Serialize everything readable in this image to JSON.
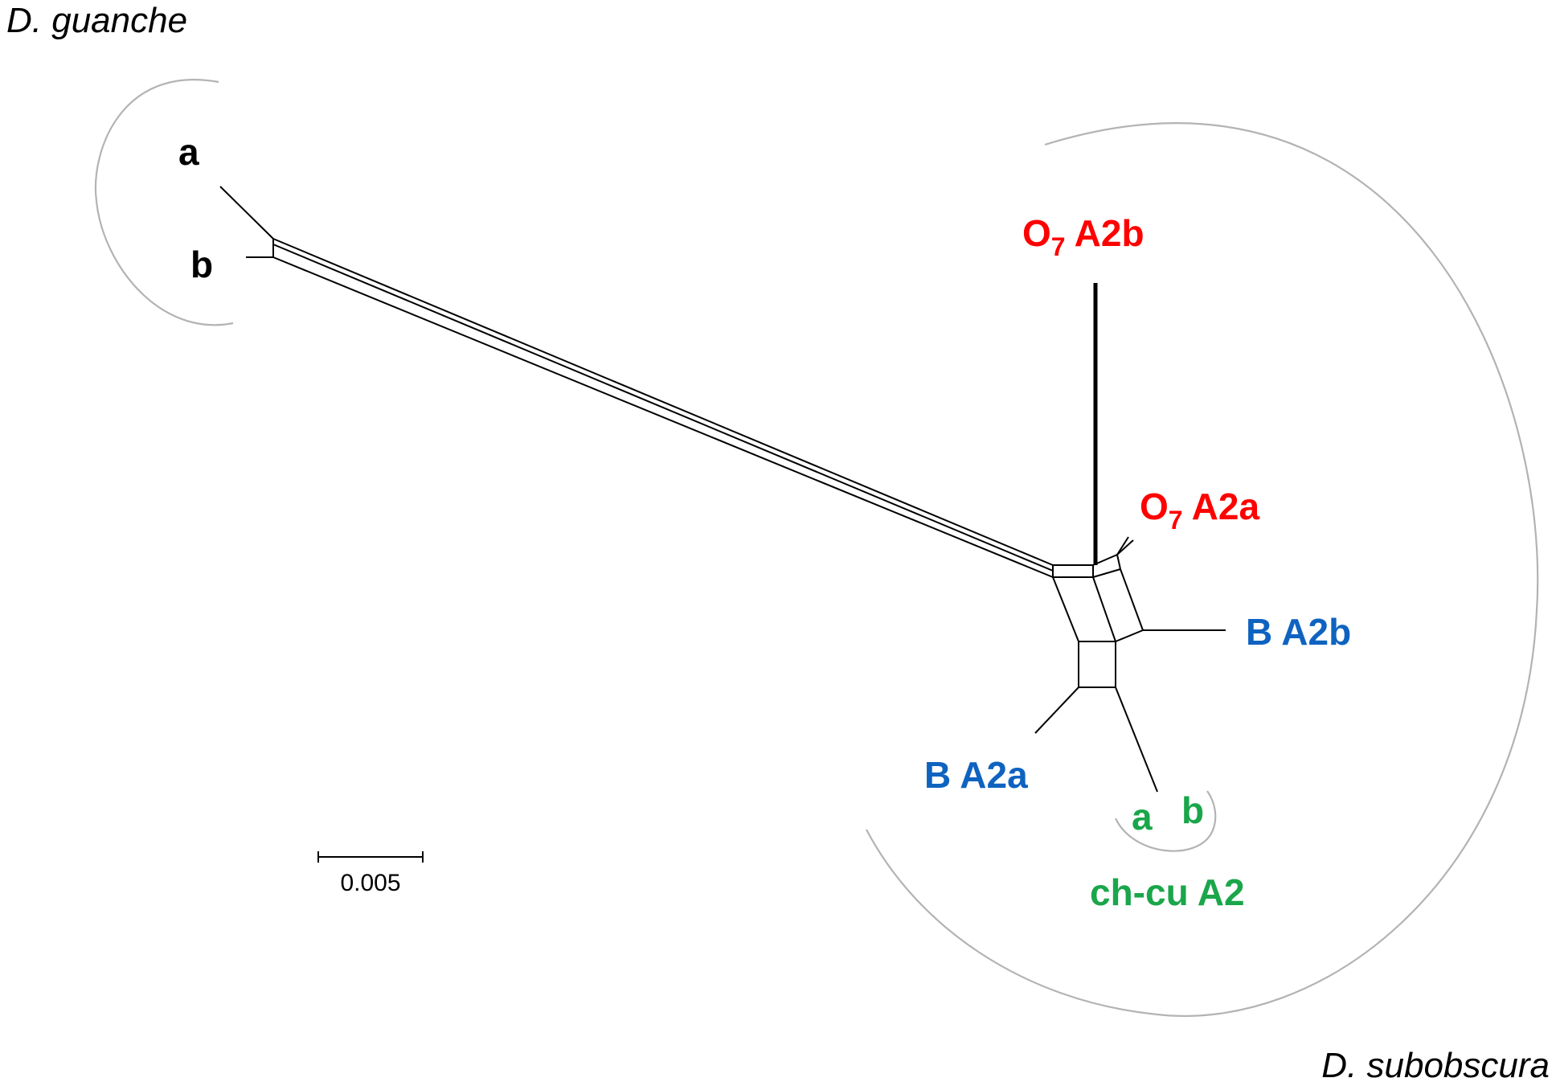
{
  "species": {
    "top_left": "D. guanche",
    "bottom_right": "D. subobscura"
  },
  "taxa": {
    "guanche_a": "a",
    "guanche_b": "b",
    "o7_a2b_main": "O",
    "o7_a2b_sub": "7",
    "o7_a2b_rest": " A2b",
    "o7_a2a_main": "O",
    "o7_a2a_sub": "7",
    "o7_a2a_rest": " A2a",
    "b_a2b": "B A2b",
    "b_a2a": "B A2a",
    "chcu_a": "a",
    "chcu_b": "b",
    "chcu_group": "ch-cu A2"
  },
  "scale_bar": {
    "label": "0.005"
  },
  "colors": {
    "o7": "#ff0000",
    "b": "#0f63c0",
    "chcu": "#1aa64a",
    "guanche": "#000000",
    "arc": "#b3b3b3"
  }
}
